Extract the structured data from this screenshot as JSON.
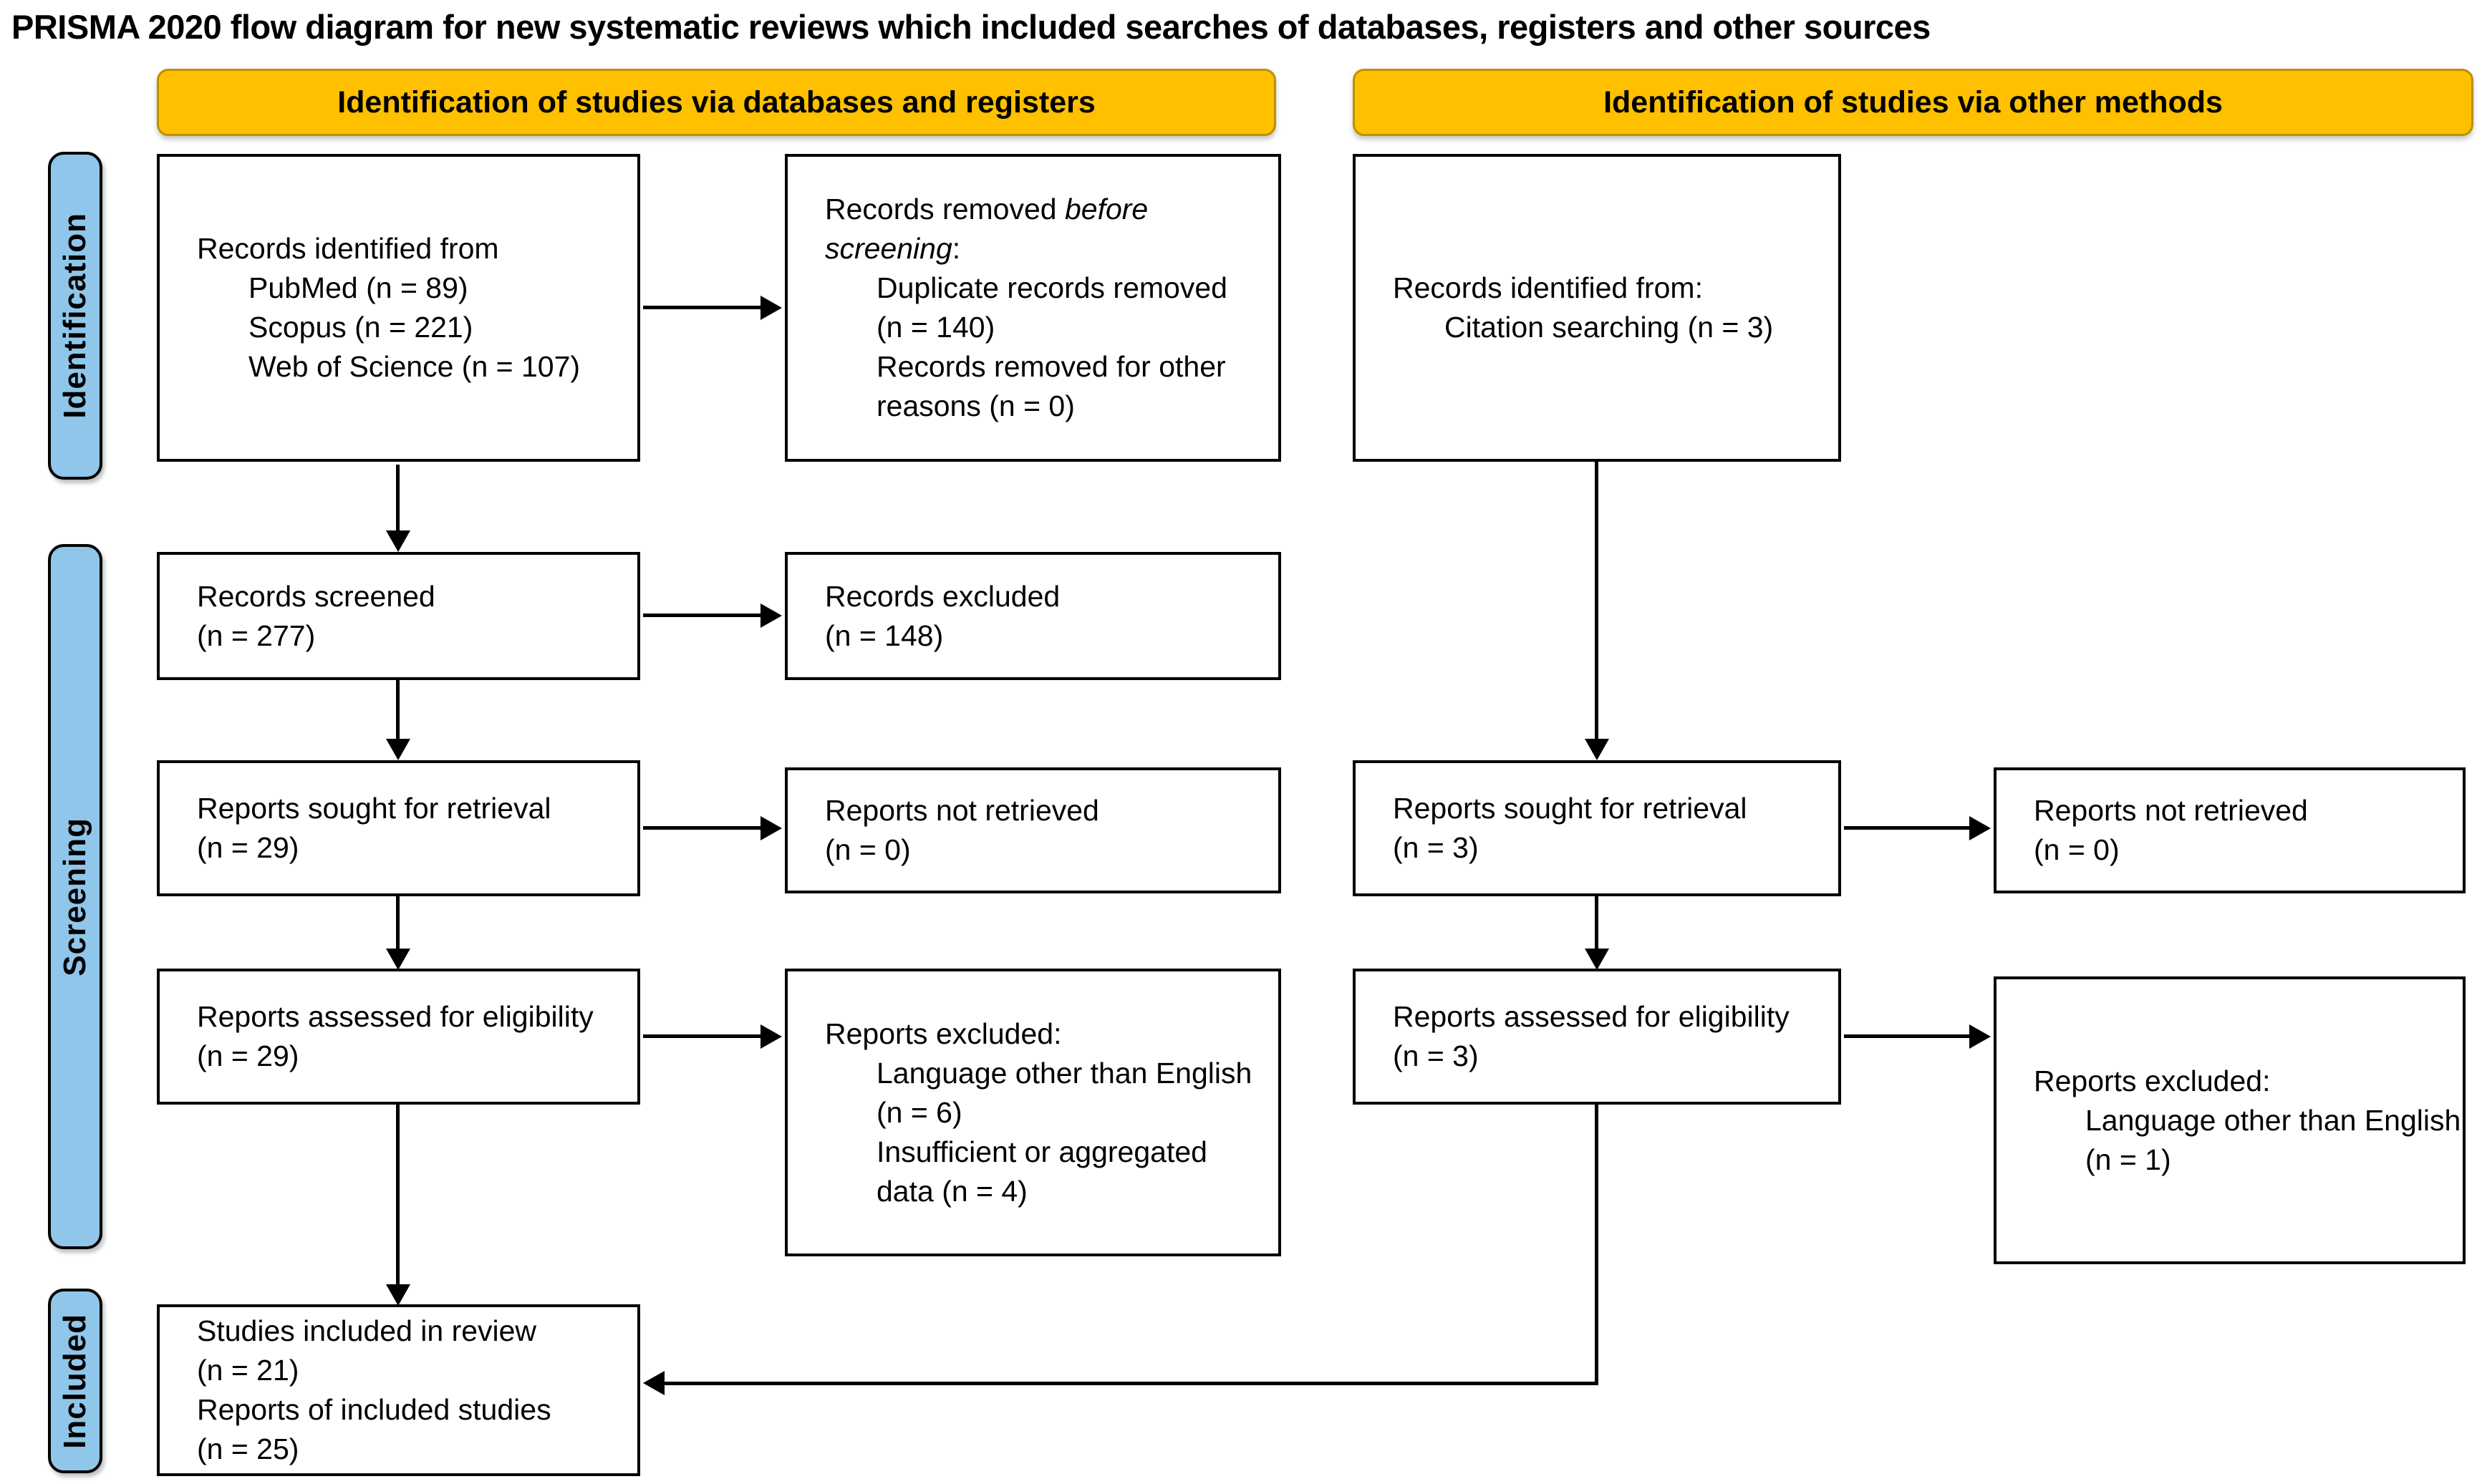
{
  "title": "PRISMA 2020 flow diagram for new systematic reviews which included searches of databases, registers and other sources",
  "banners": {
    "databases": "Identification of studies via databases and registers",
    "other": "Identification of studies via other methods"
  },
  "sidebar": {
    "identification": "Identification",
    "screening": "Screening",
    "included": "Included"
  },
  "colors": {
    "banner_fill": "#FFC000",
    "banner_border": "#BF9000",
    "sidebar_fill": "#8FC6E9",
    "box_border": "#000000",
    "arrow": "#000000"
  },
  "boxes": {
    "db_identified": {
      "lines": [
        {
          "text": "Records identified from",
          "indent": 0
        },
        {
          "text": "PubMed (n = 89)",
          "indent": 1
        },
        {
          "text": "Scopus (n = 221)",
          "indent": 1
        },
        {
          "text": "Web of Science (n = 107)",
          "indent": 1
        }
      ]
    },
    "removed_before": {
      "lines": [
        {
          "segments": [
            {
              "t": "Records removed ",
              "i": 0
            },
            {
              "t": "before",
              "i": 1
            }
          ],
          "indent": 0
        },
        {
          "segments": [
            {
              "t": "screening",
              "i": 1
            },
            {
              "t": ":",
              "i": 0
            }
          ],
          "indent": 0
        },
        {
          "text": "Duplicate records removed",
          "indent": 1
        },
        {
          "text": "(n = 140)",
          "indent": 1
        },
        {
          "text": "Records removed for other",
          "indent": 1
        },
        {
          "text": "reasons (n = 0)",
          "indent": 1
        }
      ]
    },
    "other_identified": {
      "lines": [
        {
          "text": "Records identified from:",
          "indent": 0
        },
        {
          "text": "Citation searching (n = 3)",
          "indent": 1
        }
      ]
    },
    "records_screened": {
      "lines": [
        {
          "text": "Records screened",
          "indent": 0
        },
        {
          "text": "(n = 277)",
          "indent": 0
        }
      ]
    },
    "records_excluded": {
      "lines": [
        {
          "text": "Records excluded",
          "indent": 0
        },
        {
          "text": "(n = 148)",
          "indent": 0
        }
      ]
    },
    "sought_db": {
      "lines": [
        {
          "text": "Reports sought for retrieval",
          "indent": 0
        },
        {
          "text": "(n = 29)",
          "indent": 0
        }
      ]
    },
    "notretrieved_db": {
      "lines": [
        {
          "text": "Reports not retrieved",
          "indent": 0
        },
        {
          "text": "(n = 0)",
          "indent": 0
        }
      ]
    },
    "sought_other": {
      "lines": [
        {
          "text": "Reports sought for retrieval",
          "indent": 0
        },
        {
          "text": "(n = 3)",
          "indent": 0
        }
      ]
    },
    "notretrieved_other": {
      "lines": [
        {
          "text": "Reports not retrieved",
          "indent": 0
        },
        {
          "text": "(n = 0)",
          "indent": 0
        }
      ]
    },
    "assessed_db": {
      "lines": [
        {
          "text": "Reports assessed for eligibility",
          "indent": 0
        },
        {
          "text": "(n = 29)",
          "indent": 0
        }
      ]
    },
    "excluded_db": {
      "lines": [
        {
          "text": "Reports excluded:",
          "indent": 0
        },
        {
          "text": "Language other than English",
          "indent": 1
        },
        {
          "text": "(n = 6)",
          "indent": 1
        },
        {
          "text": "Insufficient or aggregated",
          "indent": 1
        },
        {
          "text": "data (n = 4)",
          "indent": 1
        }
      ]
    },
    "assessed_other": {
      "lines": [
        {
          "text": "Reports assessed for eligibility",
          "indent": 0
        },
        {
          "text": "(n = 3)",
          "indent": 0
        }
      ]
    },
    "excluded_other": {
      "lines": [
        {
          "text": "Reports excluded:",
          "indent": 0
        },
        {
          "text": "Language other than English",
          "indent": 1
        },
        {
          "text": "(n = 1)",
          "indent": 1
        }
      ]
    },
    "included": {
      "lines": [
        {
          "text": "Studies included in review",
          "indent": 0
        },
        {
          "text": "(n = 21)",
          "indent": 0
        },
        {
          "text": "Reports of included studies",
          "indent": 0
        },
        {
          "text": "(n = 25)",
          "indent": 0
        }
      ]
    }
  }
}
